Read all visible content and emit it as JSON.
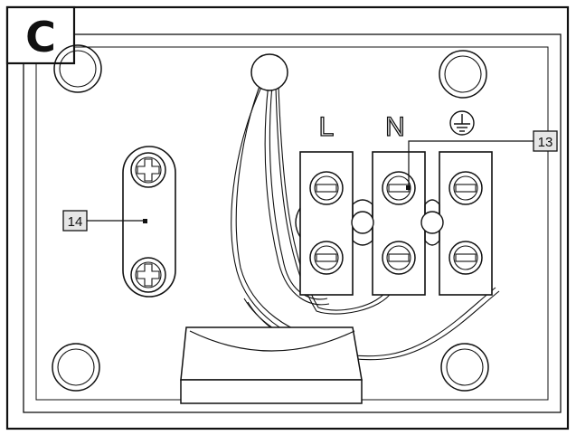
{
  "panel": {
    "letter": "C"
  },
  "terminals": {
    "live": "L",
    "neutral": "N",
    "earth_icon": "earth-ground-icon"
  },
  "callouts": [
    {
      "number": "13",
      "target": "terminal-block-screw"
    },
    {
      "number": "14",
      "target": "cable-clamp"
    }
  ],
  "colors": {
    "line": "#111111",
    "callout_bg": "#e6e6e6",
    "background": "#ffffff"
  }
}
